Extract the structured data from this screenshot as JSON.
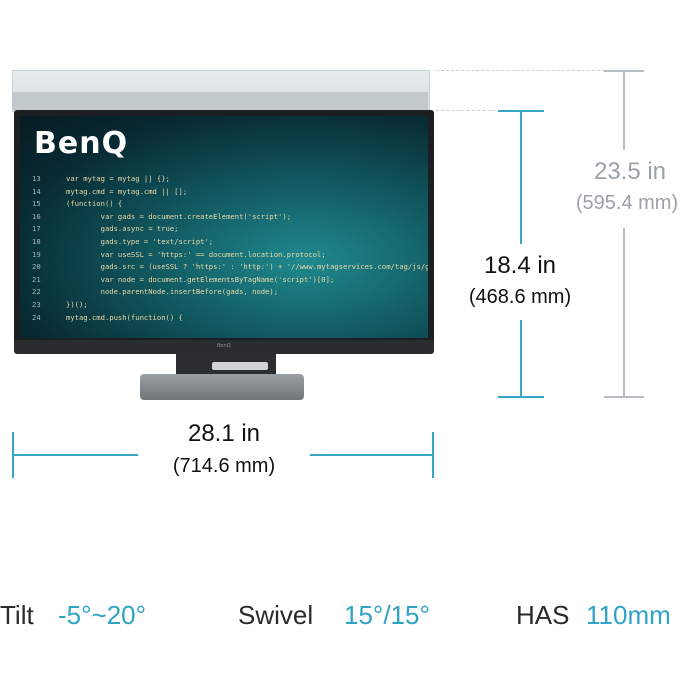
{
  "monitor": {
    "brand_logo": "BenQ",
    "bezel_logo": "BenQ",
    "code_lines": [
      {
        "n": "13",
        "text": "var mytag = mytag || {};"
      },
      {
        "n": "14",
        "text": "mytag.cmd = mytag.cmd || [];"
      },
      {
        "n": "15",
        "text": "(function() {"
      },
      {
        "n": "16",
        "text": "        var gads = document.createElement('script');"
      },
      {
        "n": "17",
        "text": "        gads.async = true;"
      },
      {
        "n": "18",
        "text": "        gads.type = 'text/script';"
      },
      {
        "n": "19",
        "text": "        var useSSL = 'https:' == document.location.protocol;"
      },
      {
        "n": "20",
        "text": "        gads.src = (useSSL ? 'https:' : 'http:') + '//www.mytagservices.com/tag/js/gpt.js';"
      },
      {
        "n": "21",
        "text": "        var node = document.getElementsByTagName('script')[0];"
      },
      {
        "n": "22",
        "text": "        node.parentNode.insertBefore(gads, node);"
      },
      {
        "n": "23",
        "text": "})();"
      },
      {
        "n": "24",
        "text": "mytag.cmd.push(function() {"
      }
    ]
  },
  "dimensions": {
    "width": {
      "main": "28.1 in",
      "sub": "(714.6 mm)"
    },
    "screen_height": {
      "main": "18.4 in",
      "sub": "(468.6 mm)"
    },
    "total_height": {
      "main": "23.5 in",
      "sub": "(595.4 mm)"
    }
  },
  "specs": {
    "tilt": {
      "label": "Tilt",
      "value": "-5°~20°"
    },
    "swivel": {
      "label": "Swivel",
      "value": "15°/15°"
    },
    "has": {
      "label": "HAS",
      "value": "110mm"
    }
  },
  "colors": {
    "accent": "#2ea3c4",
    "muted": "#9aa2a7"
  }
}
